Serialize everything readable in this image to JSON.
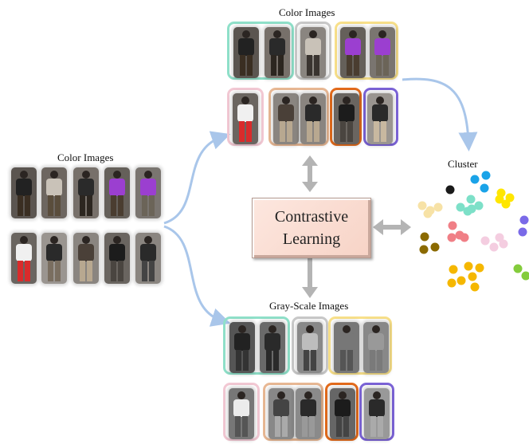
{
  "labels": {
    "left_title": "Color Images",
    "top_title": "Color Images",
    "bottom_title": "Gray-Scale Images",
    "cluster_title": "Cluster",
    "center_line1": "Contrastive",
    "center_line2": "Learning"
  },
  "colors": {
    "group_mint": "#8fe0c9",
    "group_gray": "#c8c8c8",
    "group_yellow": "#f8e08a",
    "group_pink": "#f2c8d3",
    "group_peach": "#e8b894",
    "group_orange": "#e36b1c",
    "group_purple": "#7b63d6",
    "curve_arrow": "#a9c6ea",
    "double_arrow": "#b4b4b4",
    "person_purple": "#9b3fd0",
    "person_red": "#d92b2b"
  },
  "cluster_colors": [
    "#1a1a1a",
    "#1aa3e8",
    "#ffe600",
    "#7de0c8",
    "#f7e2a6",
    "#8b6a00",
    "#f07f86",
    "#f4cde0",
    "#7a6ae8",
    "#f5b700",
    "#84cc3c"
  ]
}
